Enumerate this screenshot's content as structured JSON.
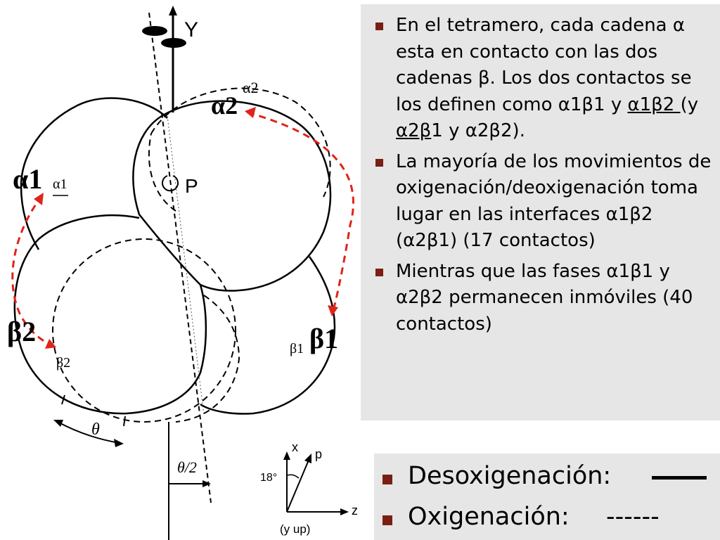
{
  "diagram": {
    "labels": {
      "y_axis": "Y",
      "alpha2_solid": "α2",
      "alpha2_dashed": "α2",
      "alpha1_solid": "α1",
      "alpha1_dashed": "α1",
      "beta2_solid": "β2",
      "beta2_dashed": "β2",
      "beta1_solid": "β1",
      "beta1_dashed": "β1",
      "pivot": "P",
      "theta": "θ",
      "theta_half": "θ/2",
      "inset_x": "x",
      "inset_p": "p",
      "inset_z": "z",
      "inset_angle": "18°",
      "inset_yup": "(y up)"
    },
    "arrow_color": "#e0231b"
  },
  "bullets": [
    {
      "parts": [
        {
          "t": "En el tetramero, cada cadena α esta en contacto con las dos cadenas β. Los dos contactos se los definen como α1β1 y ",
          "u": false
        },
        {
          "t": "α1β2 ",
          "u": true
        },
        {
          "t": "(y ",
          "u": false
        },
        {
          "t": "α2β",
          "u": true
        },
        {
          "t": "1 y α2β2).",
          "u": false
        }
      ]
    },
    {
      "parts": [
        {
          "t": " La mayoría de los movimientos de oxigenación/deoxigenación toma lugar en las interfaces α1β2 (α2β1) (17 contactos)",
          "u": false
        }
      ]
    },
    {
      "parts": [
        {
          "t": "Mientras que las fases α1β1 y α2β2 permanecen inmóviles (40 contactos)",
          "u": false
        }
      ]
    }
  ],
  "legend": {
    "deoxy_label": "Desoxigenación:",
    "oxy_label": "Oxigenación:",
    "oxy_dashes": "------"
  },
  "colors": {
    "bullet_marker": "#7a1f14",
    "panel_bg": "#e6e6e6",
    "arrow": "#e0231b"
  }
}
